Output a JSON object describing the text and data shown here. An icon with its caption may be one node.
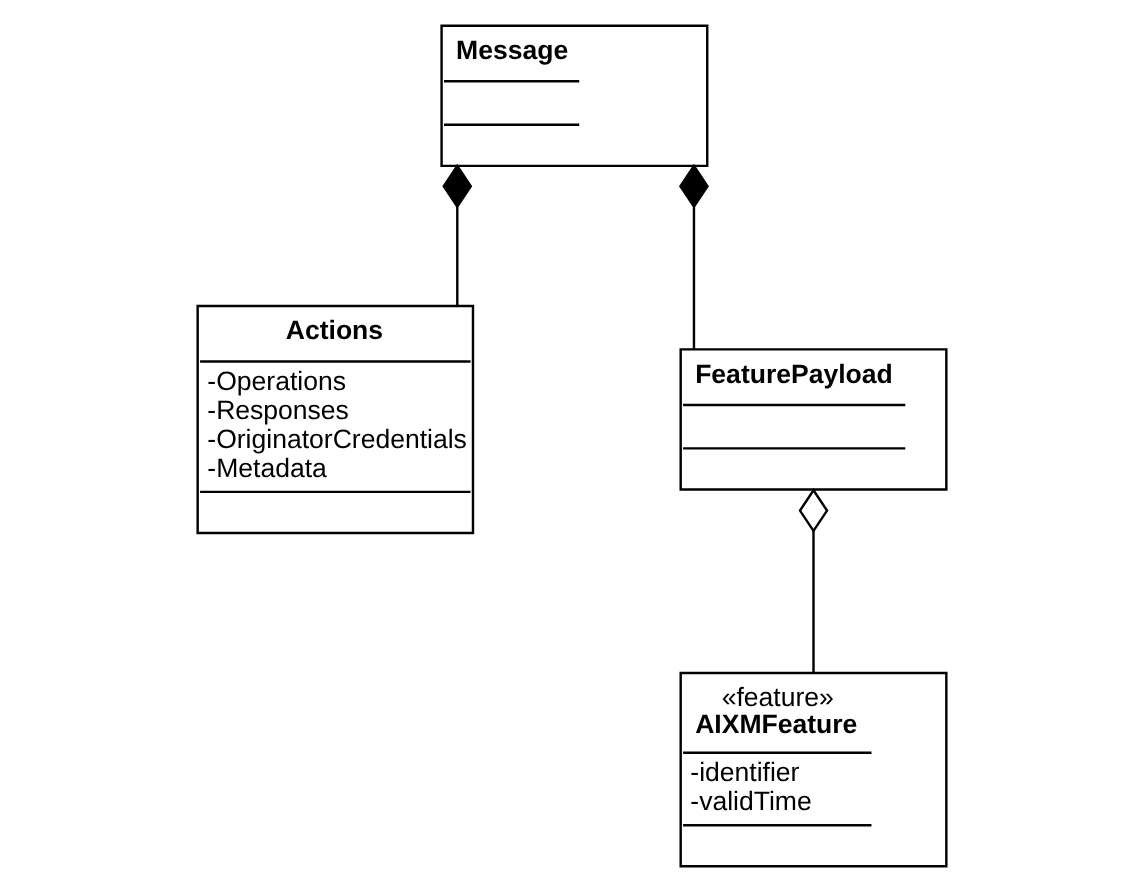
{
  "diagram": {
    "nodes": [
      {
        "text": [
          "Message"
        ]
      },
      {
        "text": [
          "Actions",
          "-Operations",
          "-Responses",
          "-OriginatorCredentials",
          "-Metadata"
        ]
      },
      {
        "text": [
          "FeaturePayload"
        ]
      },
      {
        "text": [
          "«feature»",
          "AIXMFeature",
          "-identifier",
          "-validTime"
        ]
      }
    ],
    "edges": [
      {
        "from": 0,
        "to": 1,
        "arrow": "other"
      },
      {
        "from": 0,
        "to": 2,
        "arrow": "other"
      },
      {
        "from": 2,
        "to": 3,
        "arrow": "other"
      }
    ]
  }
}
